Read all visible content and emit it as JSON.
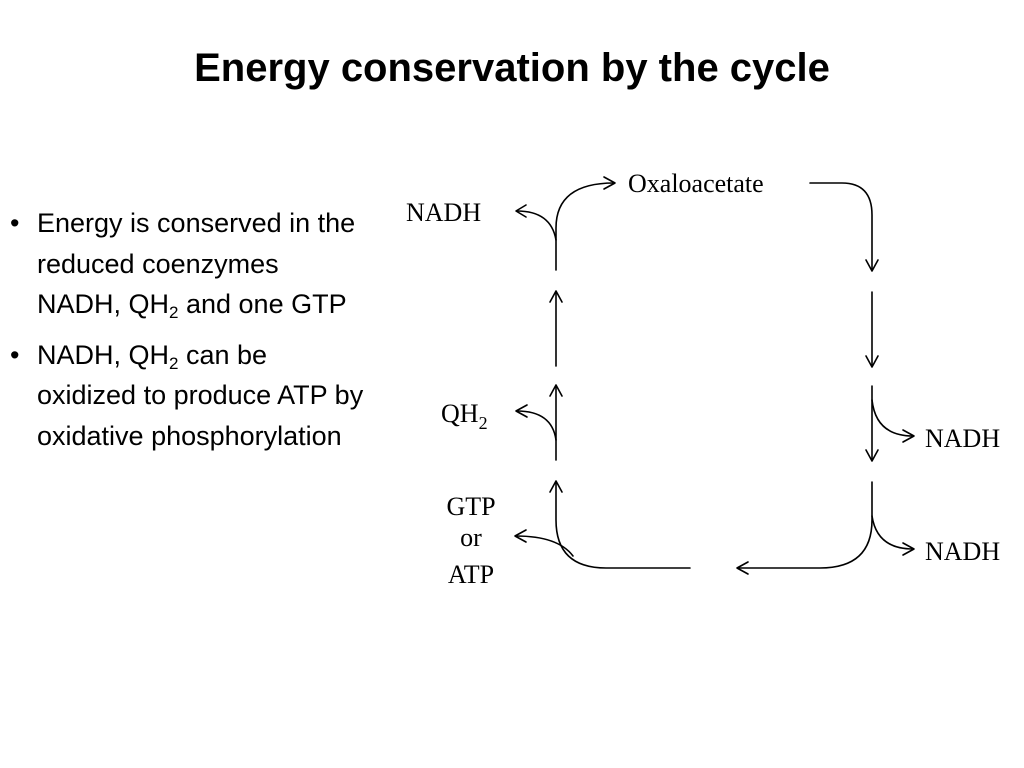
{
  "slide": {
    "title": "Energy conservation by the cycle"
  },
  "bullets": [
    {
      "marker": "•",
      "before_sub": "Energy is conserved in the reduced coenzymes NADH, QH",
      "sub": "2",
      "after_sub": " and one GTP"
    },
    {
      "marker": "•",
      "before_sub": "NADH, QH",
      "sub": "2",
      "after_sub": " can be oxidized to produce ATP by oxidative phosphorylation"
    }
  ],
  "diagram": {
    "oxaloacetate_label": "Oxaloacetate",
    "nadh_top_left_label": "NADH",
    "qh2_label_base": "QH",
    "qh2_label_sub": "2",
    "gtp_label": "GTP",
    "or_label": "or",
    "atp_label": "ATP",
    "nadh_right_middle_label": "NADH",
    "nadh_right_bottom_label": "NADH"
  }
}
